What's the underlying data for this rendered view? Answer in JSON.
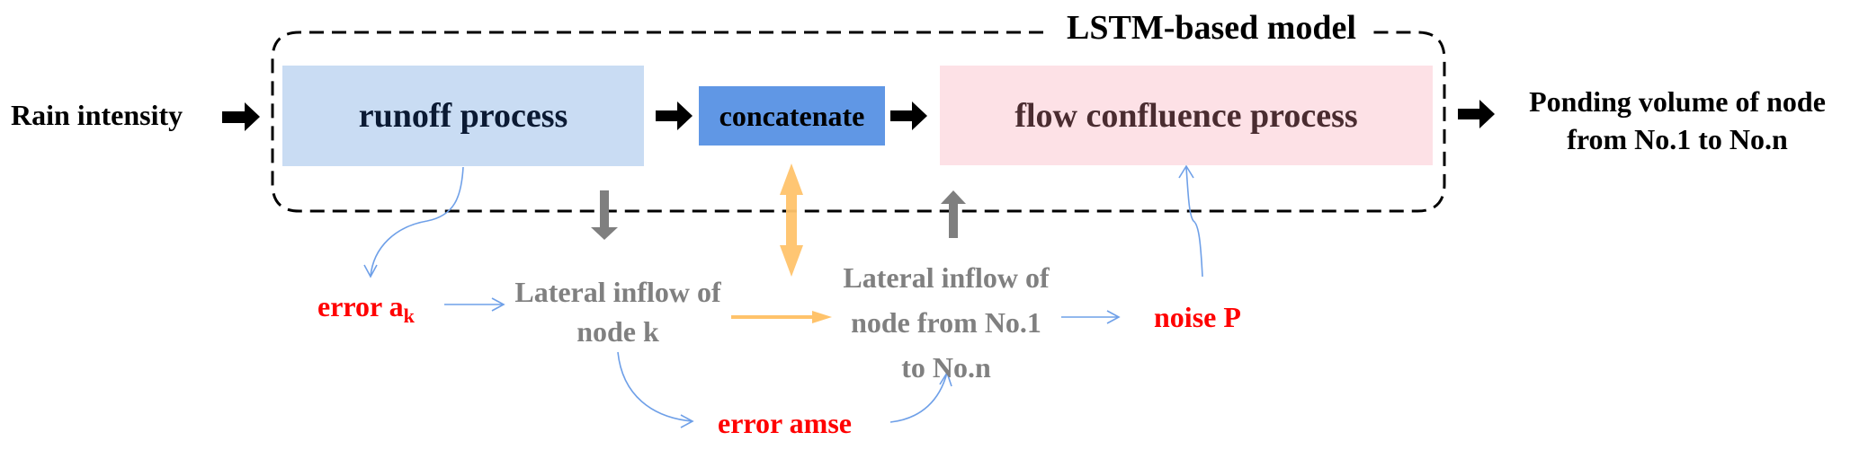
{
  "diagram": {
    "container_label": "LSTM-based model",
    "input_label": "Rain intensity",
    "output_label": "Ponding volume of node from No.1 to No.n",
    "blocks": {
      "runoff": "runoff process",
      "concatenate": "concatenate",
      "flow_confluence": "flow confluence process"
    },
    "lateral_inflow_k": "Lateral inflow of node k",
    "lateral_inflow_all": "Lateral inflow of node from No.1 to No.n",
    "error_ak": {
      "base": "error a",
      "subscript": "k"
    },
    "error_amse": "error amse",
    "noise_p": "noise P"
  },
  "colors": {
    "runoff_fill": "#C9DCF3",
    "concatenate_fill": "#6097E5",
    "flow_fill": "#FDE1E6",
    "error_text": "#FF0000",
    "lateral_text": "#808080",
    "flow_arrow": "#000000",
    "gray_arrow": "#7F7F7F",
    "orange_arrow": "#FFC36B",
    "blue_connector": "#6FA0E8"
  },
  "edges": [
    {
      "from": "Rain intensity",
      "to": "runoff process",
      "style": "bold-black"
    },
    {
      "from": "runoff process",
      "to": "concatenate",
      "style": "bold-black"
    },
    {
      "from": "concatenate",
      "to": "flow confluence process",
      "style": "bold-black"
    },
    {
      "from": "flow confluence process",
      "to": "Ponding volume of node from No.1 to No.n",
      "style": "bold-black"
    },
    {
      "from": "runoff process",
      "to": "error a_k",
      "style": "thin-blue-curve"
    },
    {
      "from": "error a_k",
      "to": "Lateral inflow of node k",
      "style": "thin-blue"
    },
    {
      "from": "LSTM-based model",
      "to": "Lateral inflow of node k",
      "style": "gray-down"
    },
    {
      "from": "concatenate",
      "to": "Lateral inflow (bidirectional)",
      "style": "orange-double"
    },
    {
      "from": "Lateral inflow of node k",
      "to": "Lateral inflow of node from No.1 to No.n",
      "style": "orange"
    },
    {
      "from": "Lateral inflow of node from No.1 to No.n",
      "to": "LSTM-based model",
      "style": "gray-up"
    },
    {
      "from": "Lateral inflow of node k",
      "to": "error amse",
      "style": "thin-blue-curve"
    },
    {
      "from": "error amse",
      "to": "Lateral inflow of node from No.1 to No.n",
      "style": "thin-blue-curve"
    },
    {
      "from": "Lateral inflow of node from No.1 to No.n",
      "to": "noise P",
      "style": "thin-blue"
    },
    {
      "from": "noise P",
      "to": "flow confluence process",
      "style": "thin-blue-curve"
    }
  ]
}
